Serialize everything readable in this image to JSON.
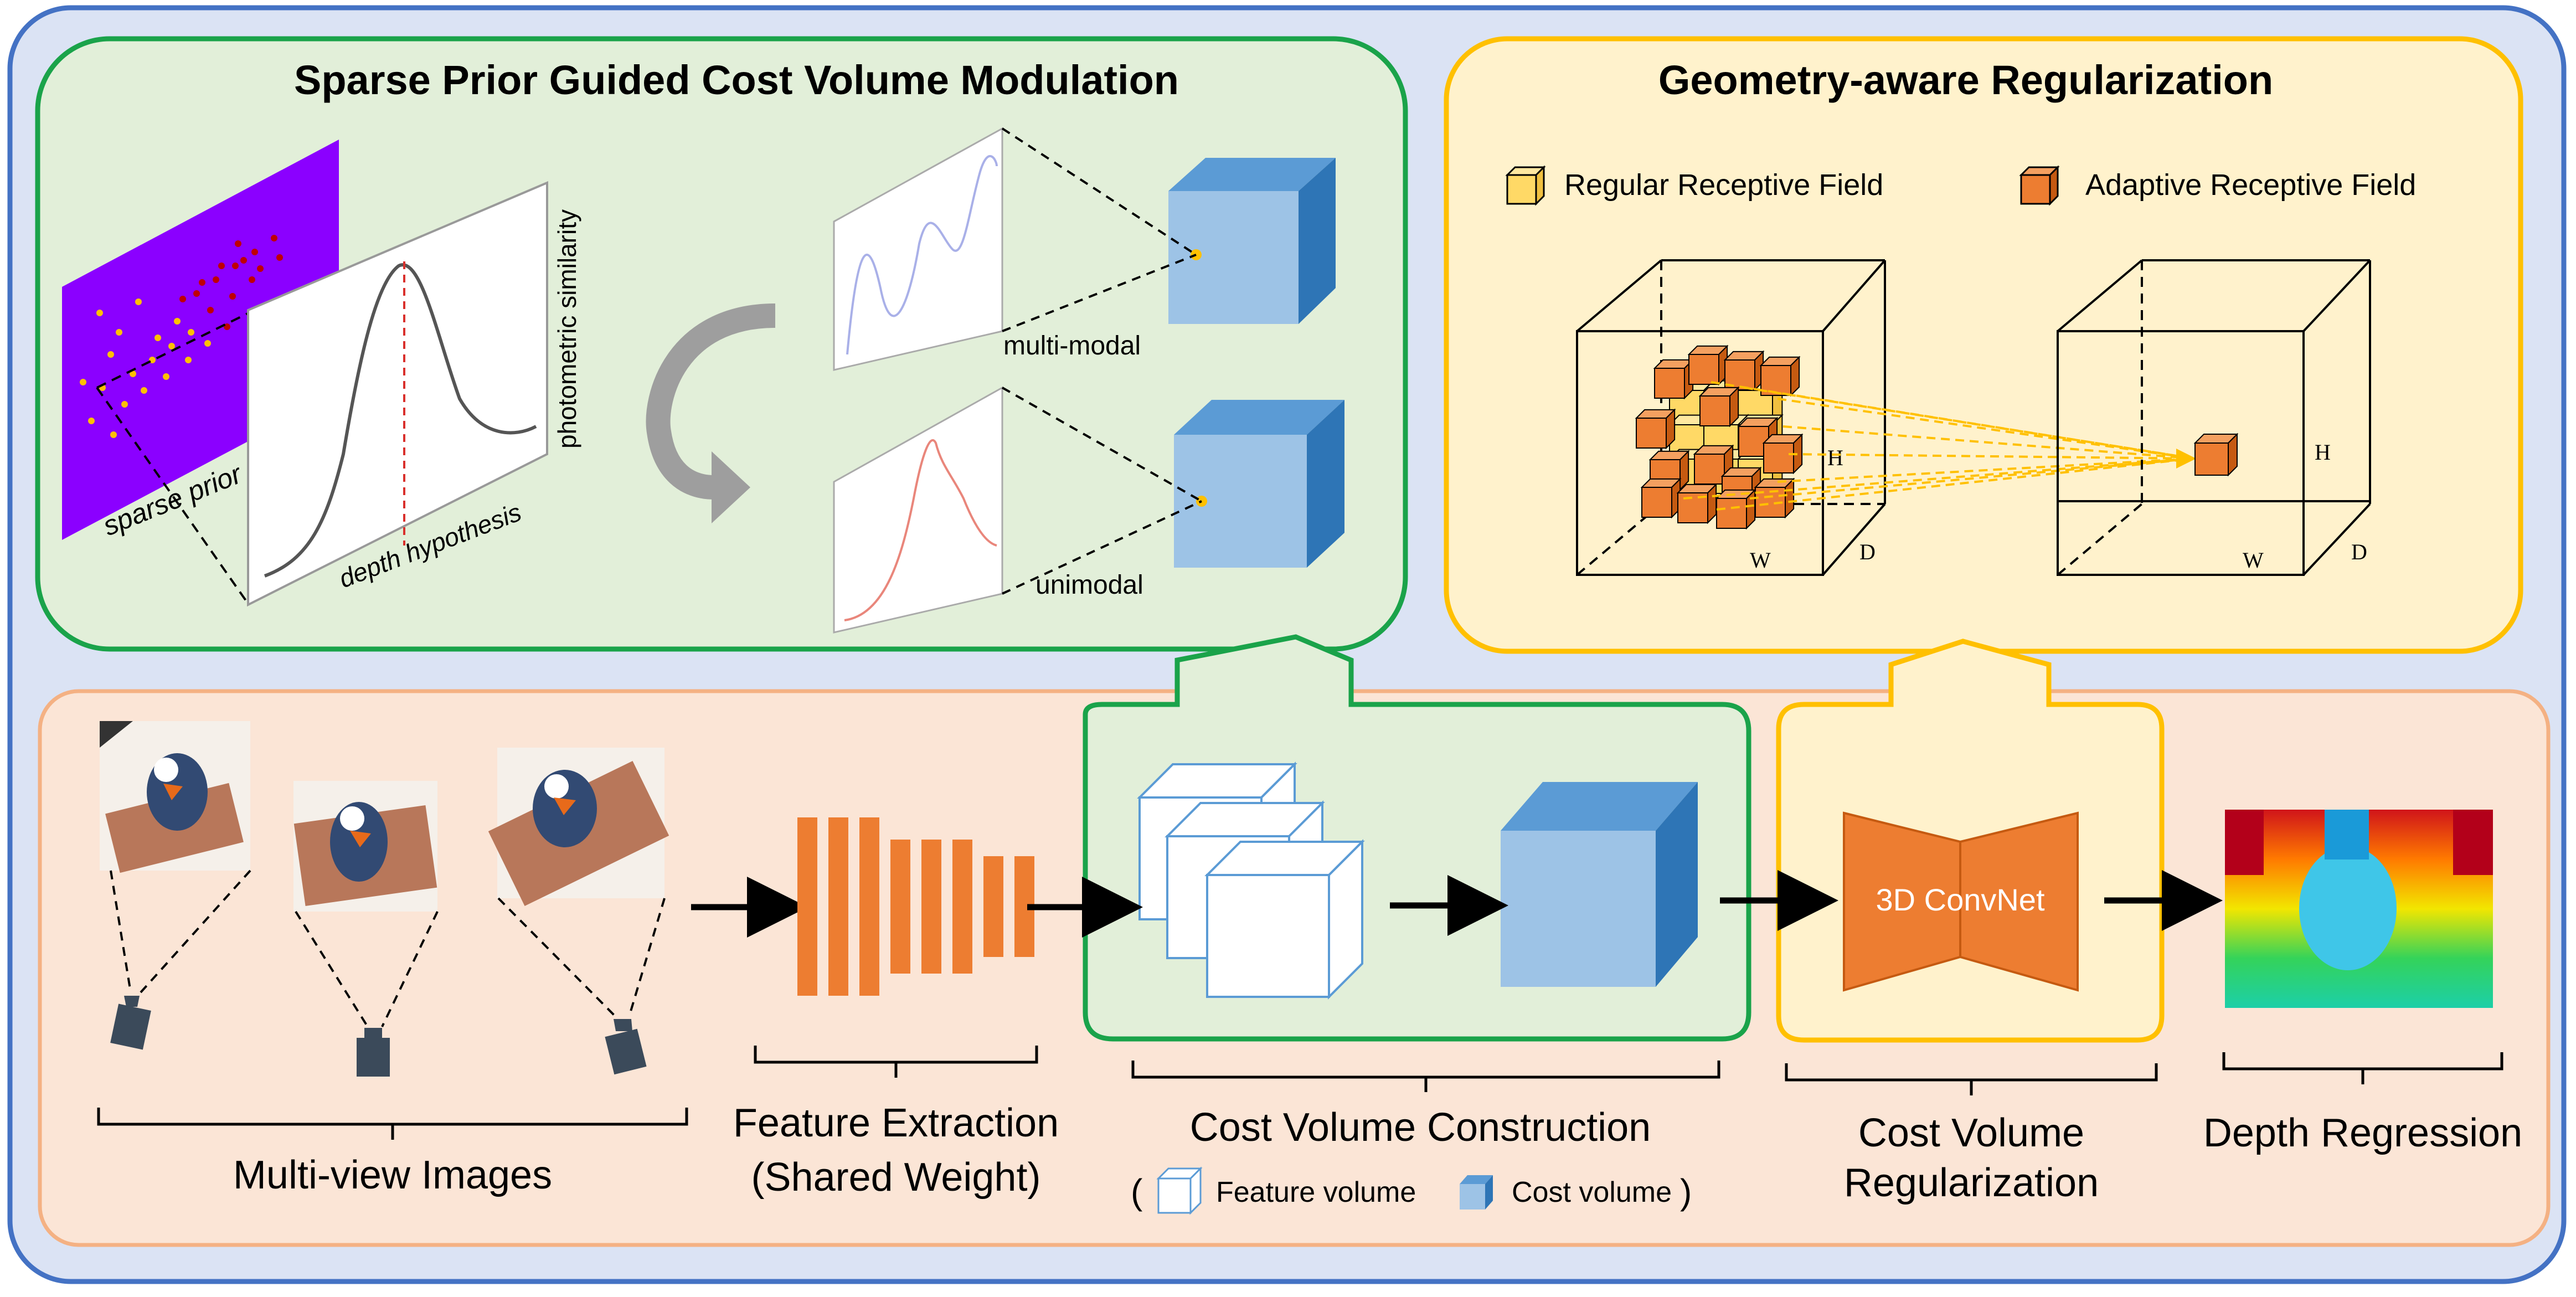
{
  "top_left_panel": {
    "title": "Sparse Prior Guided Cost Volume Modulation",
    "sparse_prior_label": "sparse prior",
    "x_axis_label": "depth hypothesis",
    "y_axis_label": "photometric similarity",
    "multimodal_label": "multi-modal",
    "unimodal_label": "unimodal"
  },
  "top_right_panel": {
    "title": "Geometry-aware Regularization",
    "legend_regular": "Regular Receptive Field",
    "legend_adaptive": "Adaptive Receptive Field",
    "axis_h": "H",
    "axis_w": "W",
    "axis_d": "D"
  },
  "pipeline": {
    "multiview_label": "Multi-view Images",
    "feature_label_line1": "Feature Extraction",
    "feature_label_line2": "(Shared Weight)",
    "cost_volume_label": "Cost Volume Construction",
    "legend_open_paren": "(",
    "legend_feature_volume": "Feature volume",
    "legend_cost_volume": "Cost volume",
    "legend_close_paren": ")",
    "convnet_label": "3D ConvNet",
    "regularization_line1": "Cost Volume",
    "regularization_line2": "Regularization",
    "depth_label": "Depth Regression"
  },
  "colors": {
    "outer_fill": "#dbe3f4",
    "outer_stroke": "#4472c4",
    "green_fill": "#e2efd9",
    "green_stroke": "#1aa34a",
    "yellow_fill": "#fff2cc",
    "yellow_stroke": "#ffc000",
    "pipeline_fill": "#fbe5d6",
    "pipeline_stroke": "#f4b183",
    "orange": "#ed7d31",
    "cube_front": "#9dc3e6",
    "cube_top": "#5b9bd5",
    "cube_side": "#2e75b6",
    "purple_plane": "#8b00ff",
    "camera": "#3b4a5a"
  }
}
